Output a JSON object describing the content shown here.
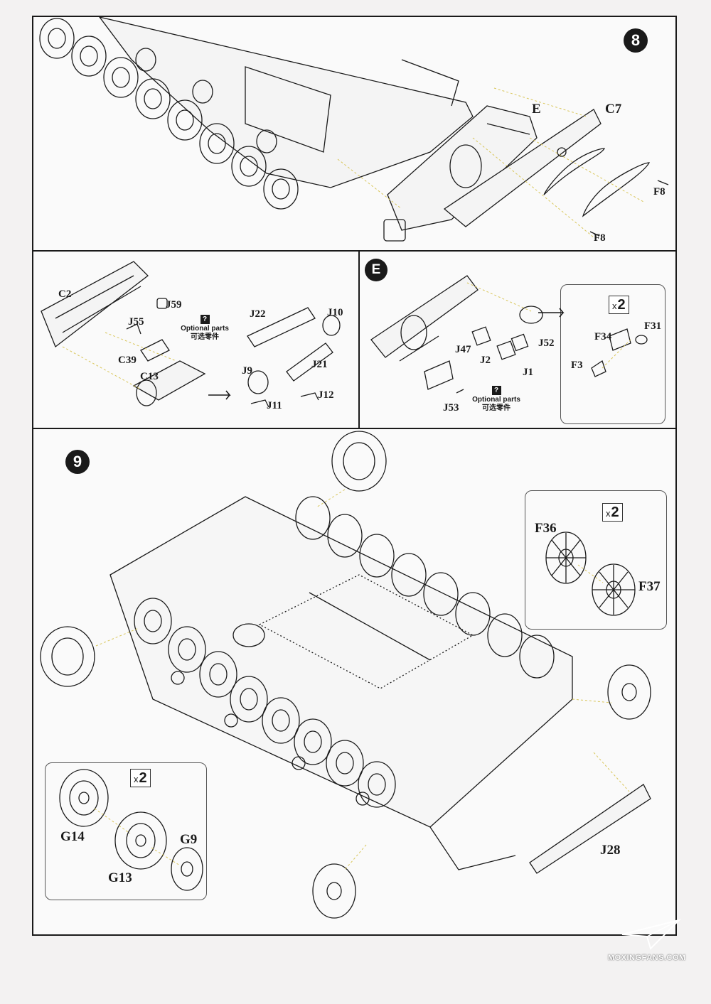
{
  "step8": {
    "number": "8",
    "labels": {
      "E": "E",
      "C7": "C7",
      "F8a": "F8",
      "F8b": "F8"
    }
  },
  "subC": {
    "labels": {
      "C2": "C2",
      "J59": "J59",
      "J55": "J55",
      "C39": "C39",
      "C13": "C13",
      "J22": "J22",
      "J10": "J10",
      "J9": "J9",
      "J21": "J21",
      "J11": "J11",
      "J12": "J12"
    },
    "optional_icon": "?",
    "optional_en": "Optional parts",
    "optional_cn": "可选零件"
  },
  "subE": {
    "badge": "E",
    "multiplier": "2",
    "multiplier_prefix": "x",
    "labels": {
      "J52": "J52",
      "J47": "J47",
      "J2": "J2",
      "J1": "J1",
      "J53": "J53",
      "F34": "F34",
      "F31": "F31",
      "F3": "F3"
    },
    "optional_icon": "?",
    "optional_en": "Optional parts",
    "optional_cn": "可选零件"
  },
  "step9": {
    "number": "9",
    "idler_box": {
      "multiplier": "2",
      "multiplier_prefix": "x",
      "F36": "F36",
      "F37": "F37"
    },
    "sprocket_box": {
      "multiplier": "2",
      "multiplier_prefix": "x",
      "G14": "G14",
      "G13": "G13",
      "G9": "G9"
    },
    "J28": "J28"
  },
  "watermark": "MOXINGFANS.COM",
  "colors": {
    "ink": "#1a1a1a",
    "paper": "#fafafa",
    "guide": "#d9c65a"
  }
}
